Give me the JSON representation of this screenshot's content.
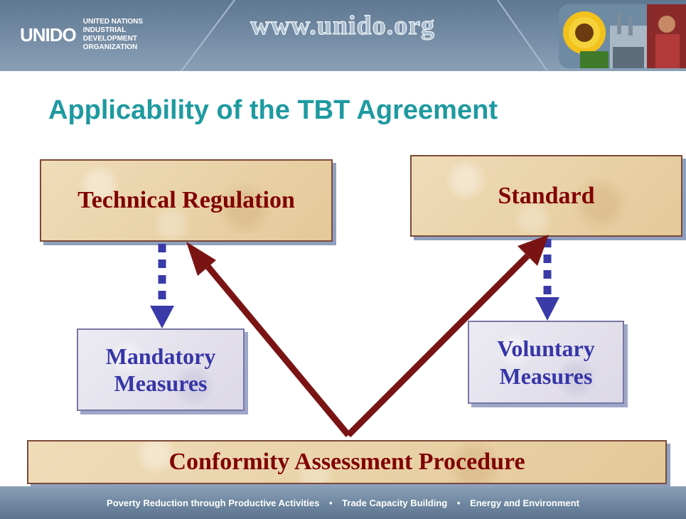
{
  "header": {
    "logo_mark": "UNIDO",
    "org_line1": "UNITED NATIONS",
    "org_line2": "INDUSTRIAL DEVELOPMENT ORGANIZATION",
    "site_url": "www.unido.org"
  },
  "title": "Applicability of the TBT Agreement",
  "diagram": {
    "technical_regulation": "Technical Regulation",
    "standard": "Standard",
    "mandatory": [
      "Mandatory",
      "Measures"
    ],
    "voluntary": [
      "Voluntary",
      "Measures"
    ],
    "conformity": "Conformity Assessment Procedure"
  },
  "footer": {
    "items": [
      "Poverty Reduction through Productive Activities",
      "Trade Capacity Building",
      "Energy and Environment"
    ],
    "separator": "•"
  },
  "colors": {
    "title": "#1e9aa0",
    "tan_text": "#800000",
    "blue_text": "#3636a8",
    "solid_arrow": "#7a1414",
    "dashed_arrow": "#3a3aa8"
  }
}
